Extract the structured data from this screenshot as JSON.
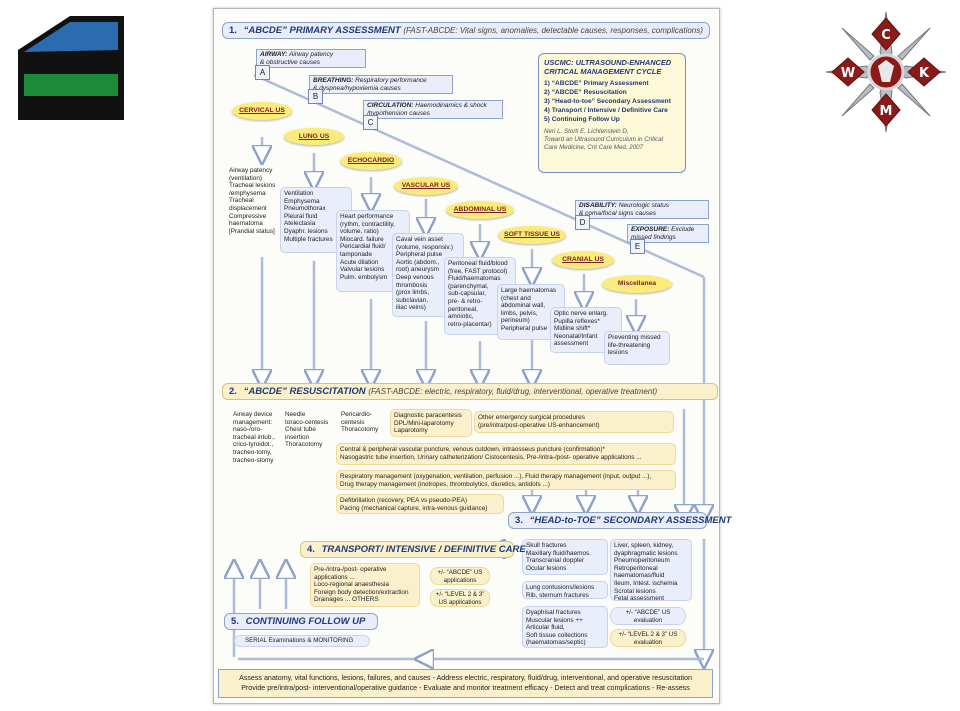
{
  "sections": {
    "primary": {
      "number": "1.",
      "title": "“ABCDE” PRIMARY ASSESSMENT",
      "subtitle": "(FAST-ABCDE: Vital signs, anomalies, detectable causes, responses, complications)"
    },
    "resuscitation": {
      "number": "2.",
      "title": "“ABCDE” RESUSCITATION",
      "subtitle": "(FAST-ABCDE: electric, respiratory, fluid/drug, interventional, operative treatment)"
    },
    "secondary": {
      "number": "3.",
      "title": "“HEAD-to-TOE” SECONDARY ASSESSMENT"
    },
    "transport": {
      "number": "4.",
      "title": "TRANSPORT/ INTENSIVE / DEFINITIVE CARE"
    },
    "followup": {
      "number": "5.",
      "title": "CONTINUING FOLLOW UP"
    }
  },
  "steps": {
    "airway": {
      "label": "AIRWAY:",
      "text": "Airway patency\n& obstructive causes",
      "letter": "A"
    },
    "breathing": {
      "label": "BREATHING:",
      "text": "Respiratory performance\n& dyspnea/hypoxiemia causes",
      "letter": "B"
    },
    "circulation": {
      "label": "CIRCULATION:",
      "text": "Haemodinamics & shock\n/hypothension causes",
      "letter": "C"
    },
    "disability": {
      "label": "DISABILITY:",
      "text": "Neurologic status\n& coma/focal signs causes",
      "letter": "D"
    },
    "exposure": {
      "label": "EXPOSURE:",
      "text": "Exclude\nmissed findings",
      "letter": "E"
    }
  },
  "cycle": {
    "title_line1": "USCMC: ULTRASOUND-ENHANCED",
    "title_line2": "CRITICAL MANAGEMENT CYCLE",
    "items": [
      "1) “ABCDE” Primary Assessment",
      "2) “ABCDE” Resuscitation",
      "3) “Head-to-toe” Secondary Assessment",
      "4) Transport / Intensive / Definitive Care",
      "5) Continuing Follow Up"
    ],
    "reference": "Neri L, Storti E, Lichtenstein D,\nToward an Ultrasound Curriculum in  Critical\nCare Medicine, Crit Care Med, 2007"
  },
  "us_labels": [
    "CERVICAL US",
    "LUNG US",
    "ECHOCARDIO",
    "VASCULAR US",
    "ABDOMINAL US",
    "SOFT TISSUE US",
    "CRANIAL US",
    "Miscellanea"
  ],
  "findings": [
    "Airway patency\n(ventilation)\nTracheal lesions\n/emphysema\nTracheal\ndisplacement\nCompressive\nhaematoma\n[Prandial status]",
    "Ventilation\nEmphysema\nPneumothorax\nPleural fluid\nAtelectasia\nDyaphr. lesions\nMultiple fractures",
    "Heart performance\n(rythm, contractility,\nvolume, ratio)\nMiocard. failure\nPericardial fluid/\ntamponade\nAcute dilation\nValvular lesions\nPulm. embolysm",
    "Caval vein asset\n(volume, responsiv.)\nPeripheral pulse\nAortic (abdom.,\nroot) aneurysm\nDeep venous\nthrombosis\n(prox limbs,\nsubclavian,\niliac veins)",
    "Peritoneal fluid/blood\n(free, FAST protocol)\nFluid/haematomas\n(parenchymal,\nsub-capsular,\npre- & retro-\nperitoneal,\namniotic,\nretro-placentar)",
    "Large haematomas\n(chest and\nabdominal wall,\nlimbs, pelvis,\nperineum)\nPeripheral pulse",
    "Optic nerve enlarg.\nPupilla reflexes*\nMidline shift*\nNeonatal/Infant\nassessment",
    "Preventing missed\nlife-threatening\nlesions"
  ],
  "resuscitation_items": {
    "airway": "Airway device\nmanagement:\nnaso-/oro-\ntracheal intub.,\ncrico-tyroidot.,\ntracheo-tomy,\ntracheo-stomy",
    "needle": "Needle\ntoraco-centesis\nChest tube\ninsertion\nThoracotomy",
    "pericardio": "Pericardio-\ncentesis\nThoracotomy",
    "diagnostic": "Diagnostic paracentesis\nDPL/Mini-laparotomy\nLaparotomy",
    "other": "Other emergency surgical procedures\n(pre/intra/post-operative US-enhancement)",
    "vascular": "Central & peripheral vascular puncture, venous cutdown, intraosseus puncture (confirmation)*\nNasogastric tube insertion, Urinary catheterization/ Cistocentesis, Pre-/intra-/post- operative applications ...",
    "respiratory": "Respiratory management (oxygenation, ventilation, perfusion ...), Fluid therapy management (input, output ...),\nDrug therapy management (inotropes, thrombolytics, diuretics, antidots ...)",
    "defib": "Defibrillation (recovery, PEA vs pseudo-PEA)\nPacing (mechanical capture, intra-venous guidance)"
  },
  "secondary_items": {
    "skull": "Skull fractures\nMaxillary fluid/haemos.\nTranscranial doppler\nOcular lesions",
    "lung": "Lung contusions/lesions\nRib, sternum fractures",
    "liver": "Liver, spleen, kidney,\ndyaphragmatic lesions\nPneumoperitoneum\nRetroperitoneal\nhaematomas/fluid\nIleum, Intest. ischemia\nScrotal lesions\nFetal assessment",
    "dyaphisal": "Dyaphisal  fractures\nMuscular lesions ++\nArticular fluid,\nSoft tissue collections\n(haematomas/septic)",
    "eval_abcde": "+/- “ABCDE”\nUS evaluation",
    "eval_level": "+/- “LEVEL 2 & 3”\nUS evaluation"
  },
  "transport_items": {
    "list": "Pre-/intra-/post- operative\napplications ...\nLoco-regional anaesthesia\nForeign body detection/extraction\nDrainages ... OTHERS",
    "app_abcde": "+/- “ABCDE”\nUS applications",
    "app_level": "+/- “LEVEL 2 & 3”\nUS applications"
  },
  "followup_items": {
    "serial": "SERIAL Examinations & MONITORING"
  },
  "footer": {
    "line1": "Assess anatomy, vital functions, lesions, failures, and causes - Address electric, respiratory, fluid/drug, interventional, and operative resuscitation",
    "line2": "Provide pre/intra/post- interventional/operative guidance - Evaluate and monitor treatment efficacy - Detect and treat complications - Re-assess"
  },
  "logos": {
    "right_letters": [
      "C",
      "W",
      "K",
      "M"
    ]
  },
  "colors": {
    "header_blue": "#1f3a78",
    "pale_blue": "#e9eefa",
    "pale_yellow": "#fbf0cc",
    "us_yellow": "#fbeb7c",
    "us_text": "#7a1f1f",
    "flag_blue": "#2b6cb0",
    "flag_green": "#1d8a3a",
    "cross_red": "#8b1a1a"
  }
}
